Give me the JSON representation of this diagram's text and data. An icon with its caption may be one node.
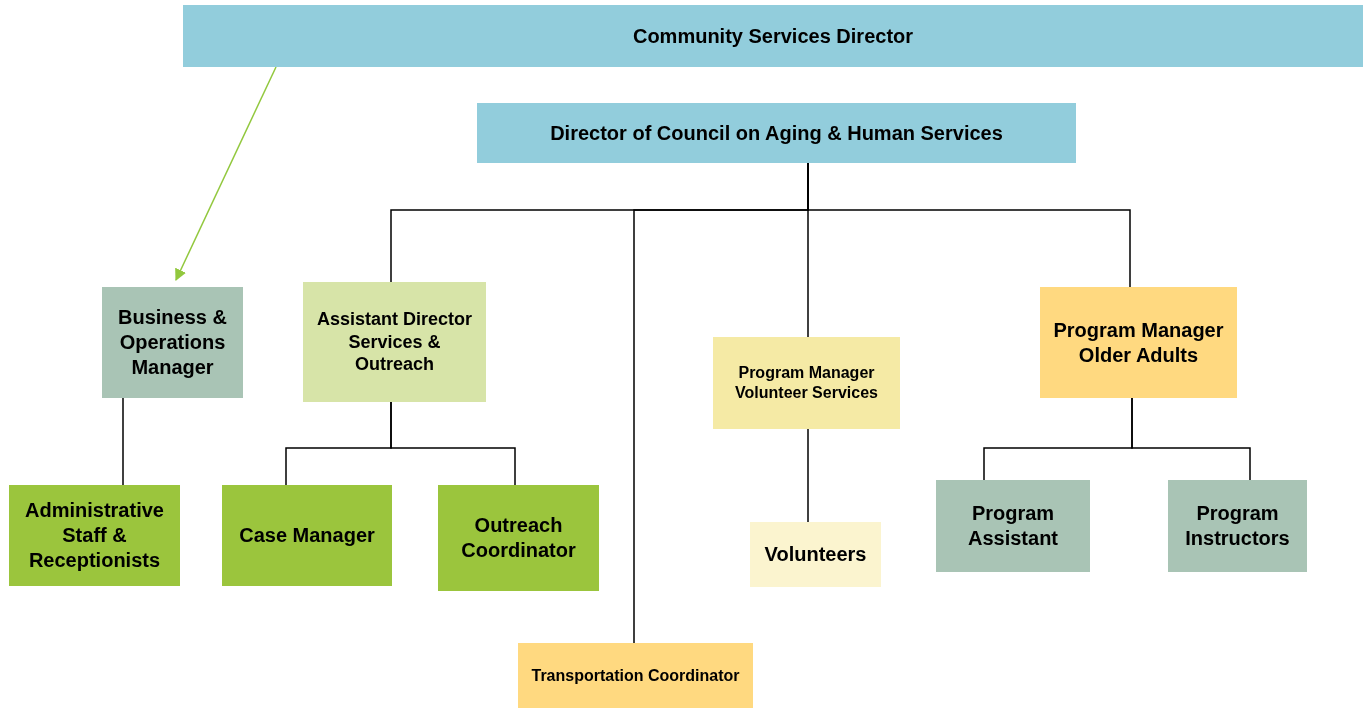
{
  "diagram": {
    "nodes": [
      {
        "text": [
          "Community Services Director"
        ]
      },
      {
        "text": [
          "Director of Council on Aging & Human Services"
        ]
      },
      {
        "text": [
          "Business & Operations Manager"
        ]
      },
      {
        "text": [
          "Assistant Director Services & Outreach"
        ]
      },
      {
        "text": [
          "Transportation Coordinator"
        ]
      },
      {
        "text": [
          "Program Manager Volunteer Services"
        ]
      },
      {
        "text": [
          "Program Manager Older Adults"
        ]
      },
      {
        "text": [
          "Administrative Staff & Receptionists"
        ]
      },
      {
        "text": [
          "Case Manager"
        ]
      },
      {
        "text": [
          "Outreach Coordinator"
        ]
      },
      {
        "text": [
          "Volunteers"
        ]
      },
      {
        "text": [
          "Program Assistant"
        ]
      },
      {
        "text": [
          "Program Instructors"
        ]
      }
    ],
    "edges": [
      {
        "from": 0,
        "to": 2,
        "arrow": "to",
        "color": "#92c83e"
      },
      {
        "from": 1,
        "to": 3,
        "arrow": "none"
      },
      {
        "from": 1,
        "to": 4,
        "arrow": "none"
      },
      {
        "from": 1,
        "to": 5,
        "arrow": "none"
      },
      {
        "from": 1,
        "to": 6,
        "arrow": "none"
      },
      {
        "from": 2,
        "to": 7,
        "arrow": "none"
      },
      {
        "from": 3,
        "to": 8,
        "arrow": "none"
      },
      {
        "from": 3,
        "to": 9,
        "arrow": "none"
      },
      {
        "from": 5,
        "to": 10,
        "arrow": "none"
      },
      {
        "from": 6,
        "to": 11,
        "arrow": "none"
      },
      {
        "from": 6,
        "to": 12,
        "arrow": "none"
      }
    ]
  }
}
